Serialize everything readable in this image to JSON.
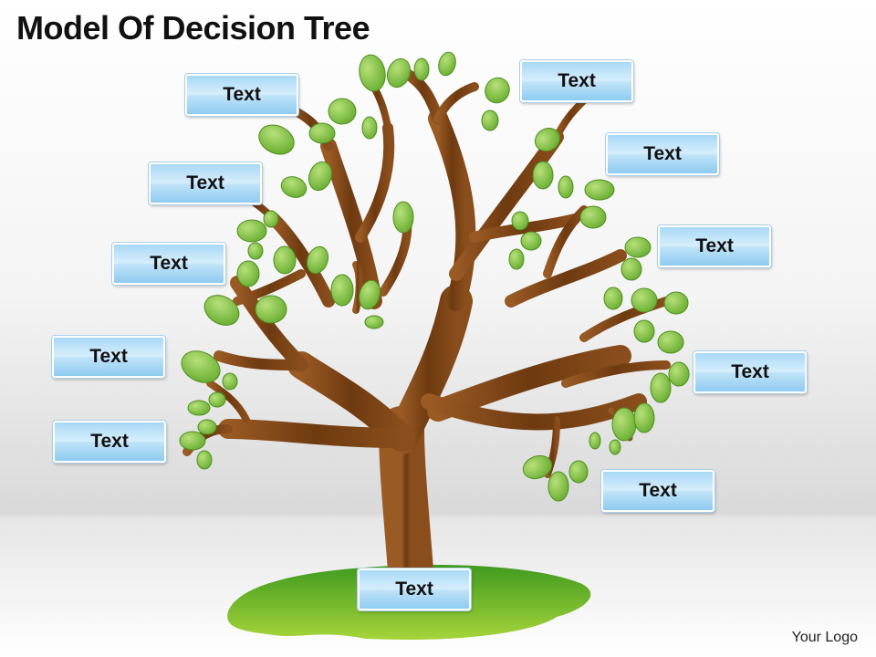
{
  "title": "Model Of Decision Tree",
  "logo": "Your Logo",
  "colors": {
    "trunk": "#7a4418",
    "leaf": "#7cbf3a",
    "ground": "#8cc63f",
    "box": "#bfe3f8"
  },
  "boxes": {
    "b1": "Text",
    "b2": "Text",
    "b3": "Text",
    "b4": "Text",
    "b5": "Text",
    "b6": "Text",
    "b7": "Text",
    "b8": "Text",
    "b9": "Text",
    "b10": "Text",
    "b11": "Text"
  }
}
